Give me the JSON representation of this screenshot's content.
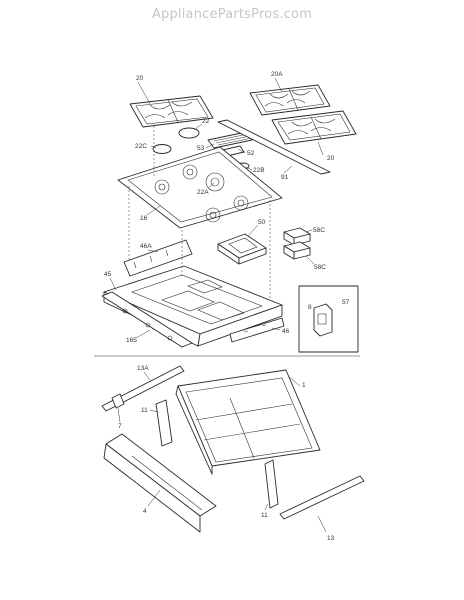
{
  "watermark": "AppliancePartsPros.com",
  "callouts": {
    "c20_left": "20",
    "c20a": "20A",
    "c22": "22",
    "c22c": "22C",
    "c53": "53",
    "c52": "52",
    "c20_right": "20",
    "c91": "91",
    "c22b": "22B",
    "c22a": "22A",
    "c16": "16",
    "c50": "50",
    "c58c_top": "58C",
    "c58c_bottom": "58C",
    "c46a": "46A",
    "c45": "45",
    "c57": "57",
    "c8": "8",
    "c46": "46",
    "c165": "165",
    "c13a": "13A",
    "c1": "1",
    "c11_left": "11",
    "c7": "7",
    "c4": "4",
    "c11_right": "11",
    "c13": "13"
  }
}
